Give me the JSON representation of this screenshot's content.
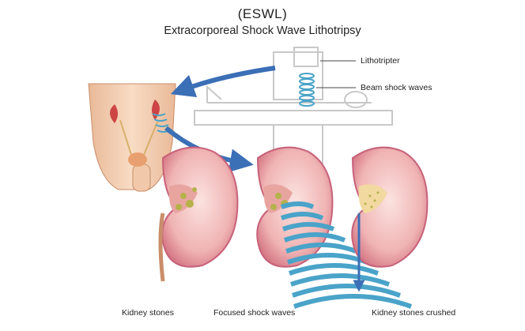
{
  "header": {
    "title": "(ESWL)",
    "subtitle": "Extracorporeal Shock Wave Lithotripsy"
  },
  "callouts": {
    "lithotripter": "Lithotripter",
    "beam": "Beam shock waves"
  },
  "captions": {
    "left": "Kidney stones",
    "middle": "Focused shock waves",
    "right": "Kidney stones crushed"
  },
  "colors": {
    "arrow": "#3b6fb6",
    "wave": "#4aa3c9",
    "kidney_outer": "#d88a94",
    "kidney_inner": "#f6c9c9",
    "stone": "#b5b24a",
    "skin": "#f3d3b6",
    "outline": "#c8c8c8"
  }
}
